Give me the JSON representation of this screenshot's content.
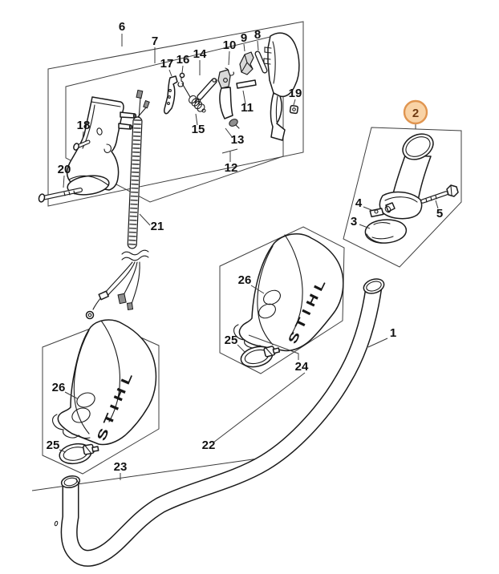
{
  "diagram": {
    "brand_logo": "STIHL",
    "highlighted_callout": "2",
    "callouts": {
      "c1": "1",
      "c2": "2",
      "c3": "3",
      "c4": "4",
      "c5": "5",
      "c6": "6",
      "c7": "7",
      "c8": "8",
      "c9": "9",
      "c10": "10",
      "c11": "11",
      "c12": "12",
      "c13": "13",
      "c14": "14",
      "c15": "15",
      "c16": "16",
      "c17": "17",
      "c18": "18",
      "c19": "19",
      "c20": "20",
      "c21": "21",
      "c22": "22",
      "c23": "23",
      "c24": "24",
      "c25_mid": "25",
      "c26_mid": "26",
      "c25_left": "25",
      "c26_left": "26"
    }
  },
  "colors": {
    "ink": "#1b1b1b",
    "box_line": "#3f3f3f",
    "leader": "#3a3a3a",
    "highlight_fill": "#f9d3a6",
    "highlight_stroke": "#e09550",
    "highlight_text": "#6f3a10"
  }
}
